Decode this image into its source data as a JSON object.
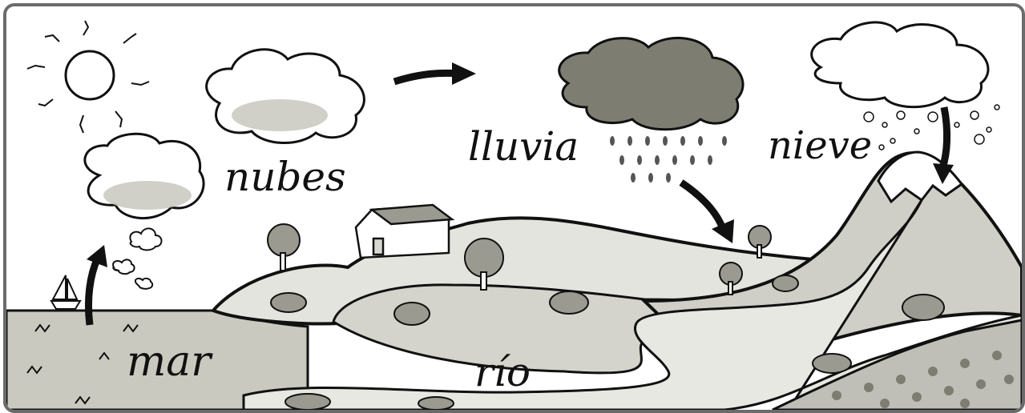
{
  "labels": {
    "clouds": "nubes",
    "rain": "lluvia",
    "snow": "nieve",
    "sea": "mar",
    "river": "río"
  },
  "colors": {
    "ink": "#111111",
    "cloud_shade": "#b9b9b1",
    "dark_cloud": "#7d7d72",
    "land": "#c9c9bf",
    "river": "#dcdcd6",
    "frame": "#6b6b6b"
  },
  "icons": [
    "sun-icon",
    "sailboat-icon",
    "house-icon",
    "tree-icon",
    "bush-icon",
    "arrow-icon",
    "raindrop-icon",
    "snowflake-icon"
  ]
}
